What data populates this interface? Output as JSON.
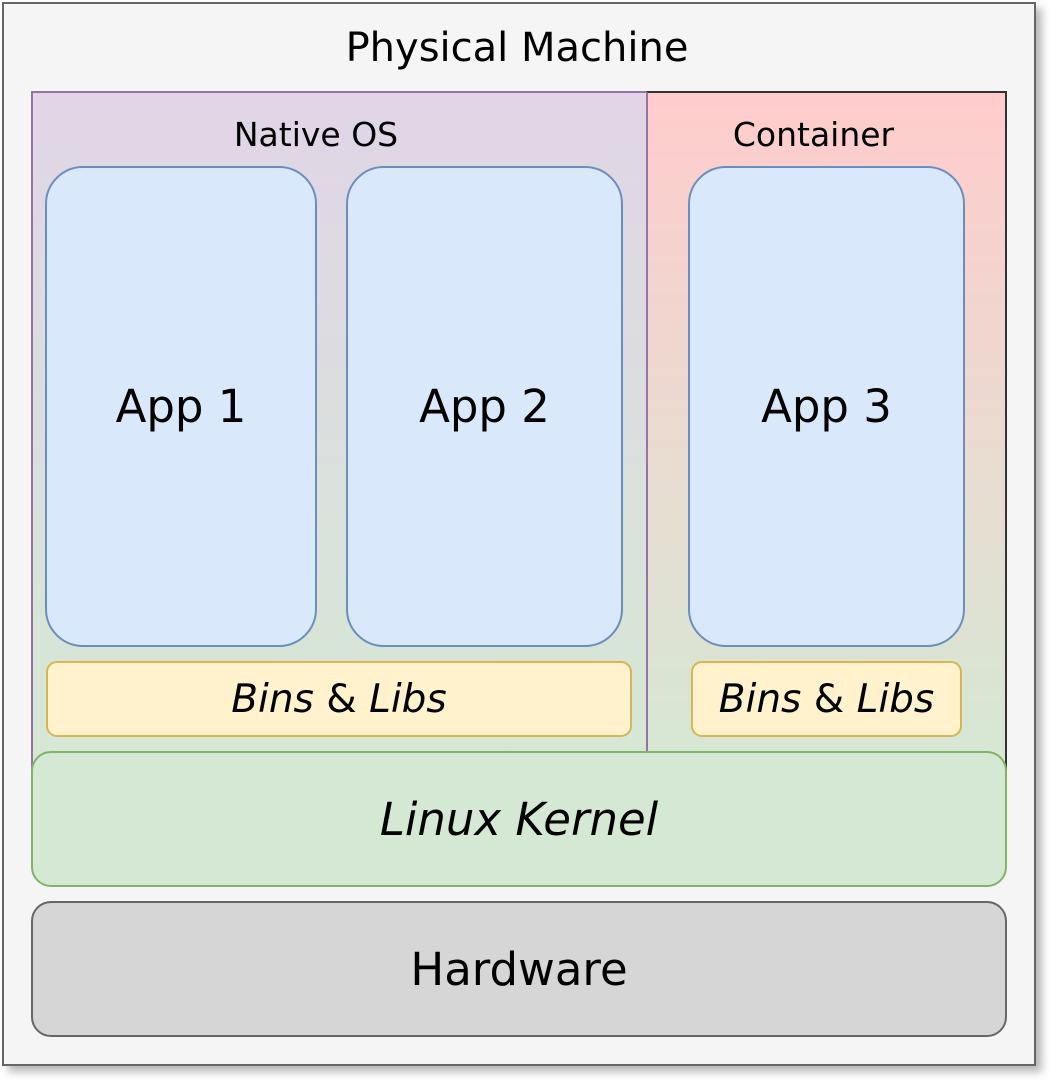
{
  "diagram": {
    "machine": {
      "label": "Physical Machine"
    },
    "native_os": {
      "label": "Native OS",
      "apps": [
        "App 1",
        "App 2"
      ],
      "libs": {
        "part1": "Bins",
        "amp": "&",
        "part2": "Libs"
      }
    },
    "container": {
      "label": "Container",
      "apps": [
        "App 3"
      ],
      "libs": {
        "part1": "Bins",
        "amp": "&",
        "part2": "Libs"
      }
    },
    "kernel": {
      "label": "Linux Kernel"
    },
    "hardware": {
      "label": "Hardware"
    }
  },
  "colors": {
    "machine_fill": "#f5f5f5",
    "native_os_gradient": [
      "#e1d5e7",
      "#d5e8d4"
    ],
    "container_gradient": [
      "#ffcccc",
      "#d5e8d4"
    ],
    "app_fill": "#dae8fc",
    "app_stroke": "#6c8ebf",
    "libs_fill": "#fff2cc",
    "libs_stroke": "#d6b656",
    "kernel_fill": "#d5e8d4",
    "kernel_stroke": "#82b366",
    "hardware_fill": "#d6d6d6",
    "hardware_stroke": "#666666"
  }
}
